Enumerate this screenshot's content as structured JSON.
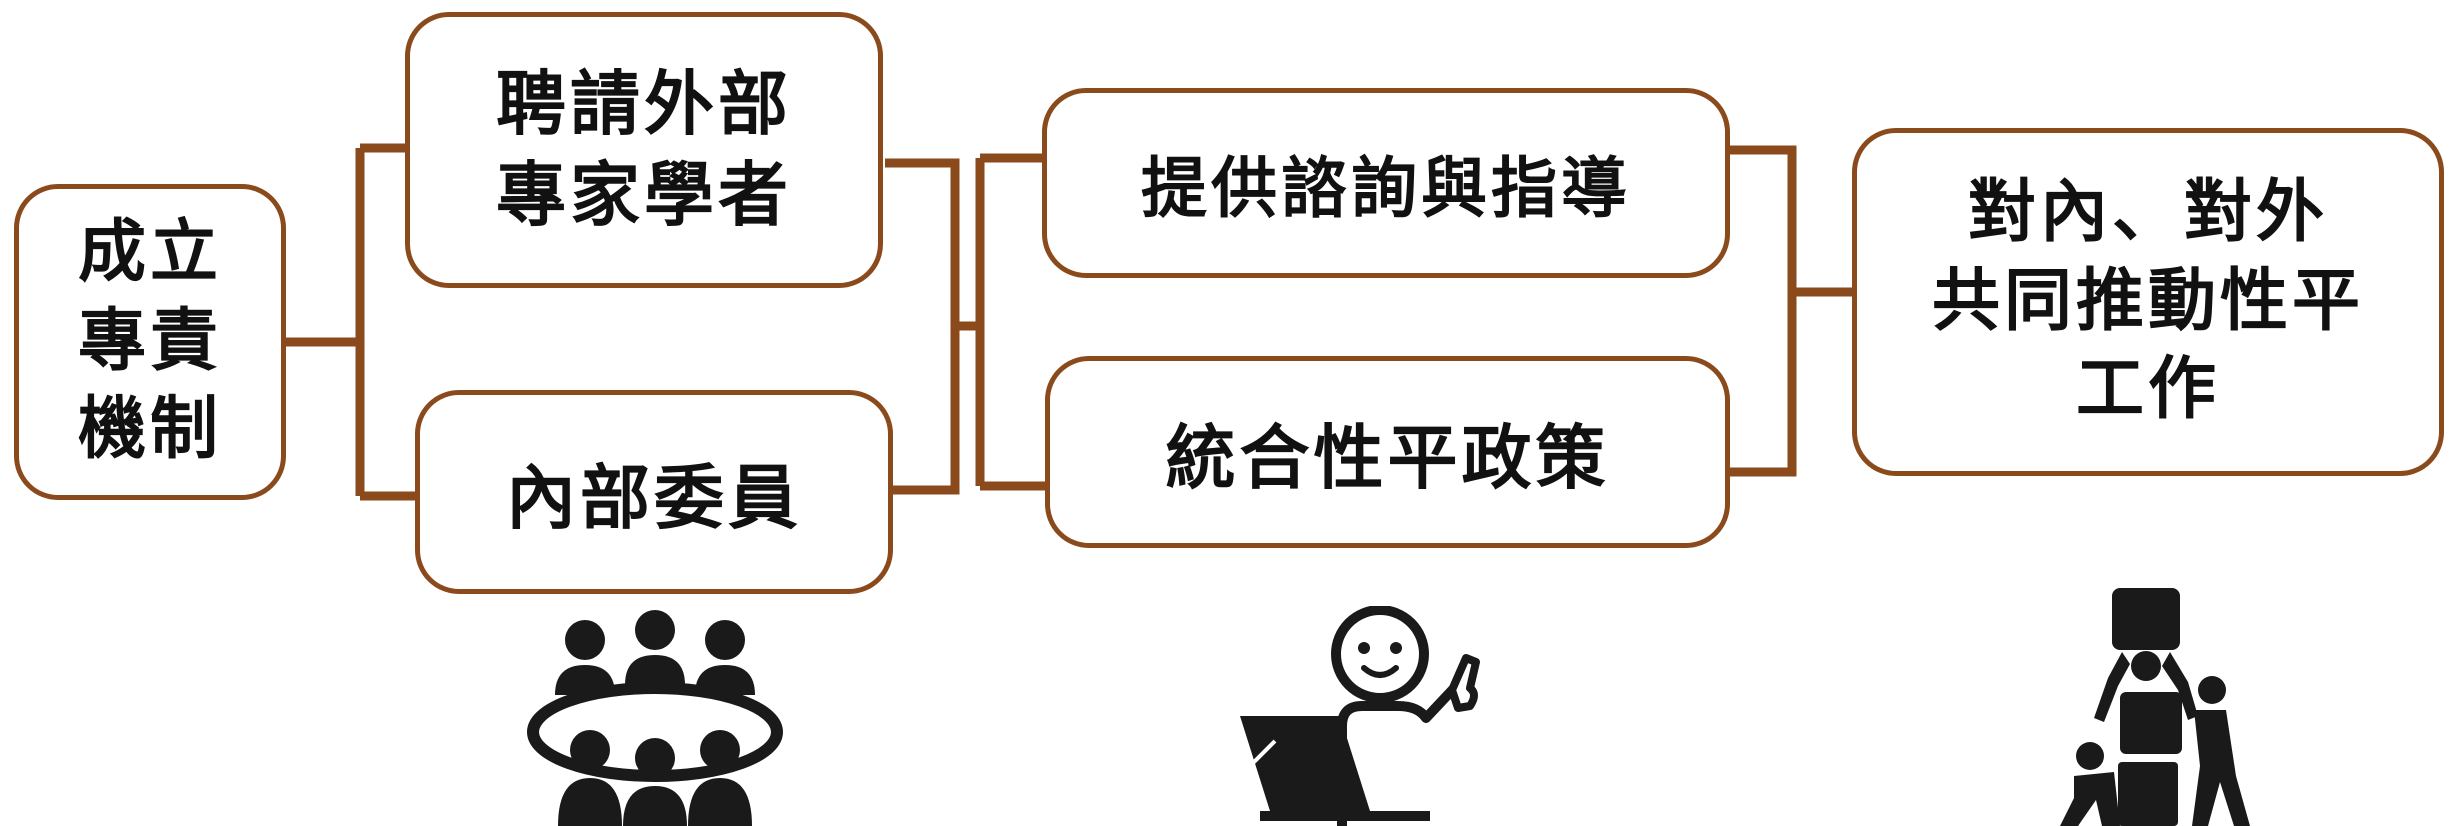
{
  "nodes": {
    "establish": "成立\n專責\n機制",
    "external_experts": "聘請外部\n專家學者",
    "internal_members": "內部委員",
    "consult_guidance": "提供諮詢與指導",
    "integrate_policy": "統合性平政策",
    "joint_promotion": "對內、對外\n共同推動性平\n工作"
  },
  "colors": {
    "connector": "#8b4a1c",
    "node_border": "#8b4a1c",
    "icon": "#1a1a1a"
  },
  "icons": [
    "meeting-group-icon",
    "person-laptop-icon",
    "teamwork-icon"
  ]
}
